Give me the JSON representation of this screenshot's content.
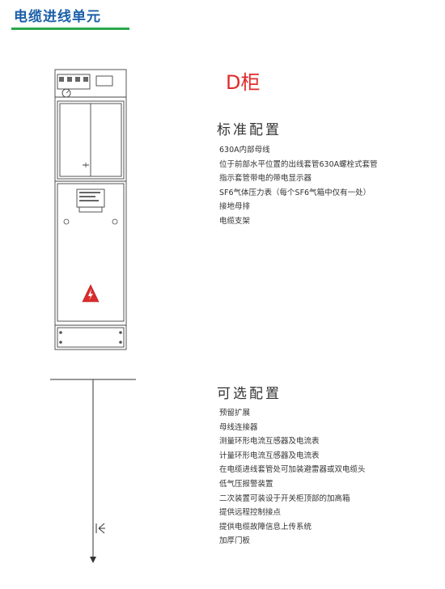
{
  "header": {
    "title": "电缆进线单元"
  },
  "cabinet": {
    "title": "D柜"
  },
  "standard": {
    "title": "标准配置",
    "items": [
      "630A内部母线",
      "位于前部水平位置的出线套管630A螺栓式套管",
      "指示套管带电的带电显示器",
      "SF6气体压力表（每个SF6气箱中仅有一处）",
      "接地母排",
      "电缆支架"
    ]
  },
  "optional": {
    "title": "可选配置",
    "items": [
      "预留扩展",
      "母线连接器",
      "测量环形电流互感器及电流表",
      "计量环形电流互感器及电流表",
      "在电缆进线套管处可加装避雷器或双电缆头",
      "低气压报警装置",
      "二次装置可装设于开关柜顶部的加高箱",
      "提供远程控制接点",
      "提供电缆故障信息上传系统",
      "加厚门板"
    ]
  },
  "colors": {
    "header_text": "#1a5fa8",
    "header_line": "#2aa84a",
    "cabinet_title": "#e02a2a"
  }
}
